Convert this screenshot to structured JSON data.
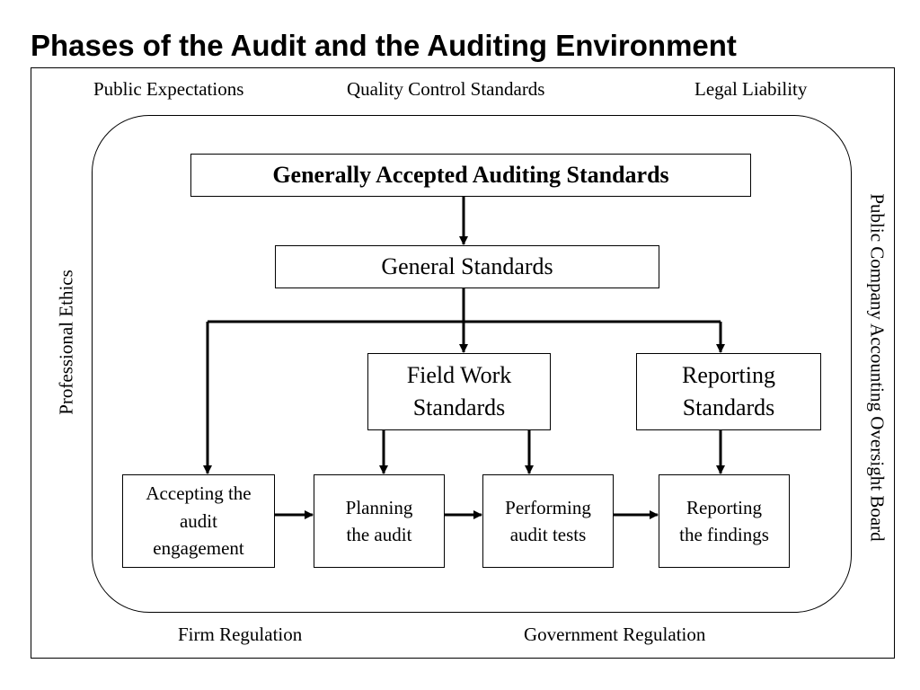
{
  "title": "Phases of the Audit and the Auditing Environment",
  "environment": {
    "top": [
      "Public Expectations",
      "Quality Control Standards",
      "Legal Liability"
    ],
    "left": "Professional Ethics",
    "right": "Public Company Accounting Oversight Board",
    "bottom": [
      "Firm Regulation",
      "Government Regulation"
    ]
  },
  "standards": {
    "gaas": "Generally Accepted Auditing Standards",
    "general": "General Standards",
    "field_work": [
      "Field Work",
      "Standards"
    ],
    "reporting": [
      "Reporting",
      "Standards"
    ]
  },
  "phases": [
    [
      "Accepting the",
      "audit",
      "engagement"
    ],
    [
      "Planning",
      "the audit"
    ],
    [
      "Performing",
      "audit tests"
    ],
    [
      "Reporting",
      "the findings"
    ]
  ]
}
